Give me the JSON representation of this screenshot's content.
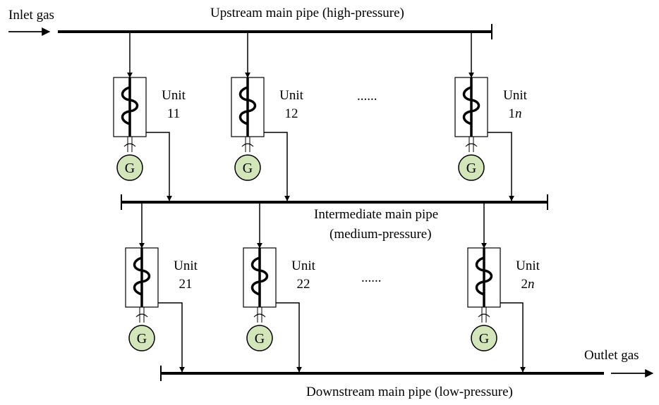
{
  "inlet": {
    "label": "Inlet gas"
  },
  "outlet": {
    "label": "Outlet gas"
  },
  "pipes": {
    "upstream": {
      "label": "Upstream main pipe (high-pressure)"
    },
    "intermediate": {
      "label_line1": "Intermediate main pipe",
      "label_line2": "(medium-pressure)"
    },
    "downstream": {
      "label": "Downstream main pipe (low-pressure)"
    }
  },
  "row1": {
    "ellipsis": "......",
    "units": [
      {
        "word": "Unit",
        "num": "11",
        "italic": ""
      },
      {
        "word": "Unit",
        "num": "12",
        "italic": ""
      },
      {
        "word": "Unit",
        "num": "1",
        "italic": "n"
      }
    ]
  },
  "row2": {
    "ellipsis": "......",
    "units": [
      {
        "word": "Unit",
        "num": "21",
        "italic": ""
      },
      {
        "word": "Unit",
        "num": "22",
        "italic": ""
      },
      {
        "word": "Unit",
        "num": "2",
        "italic": "n"
      }
    ]
  },
  "generator": {
    "symbol": "G",
    "fill_color": "#d3e6b9"
  }
}
